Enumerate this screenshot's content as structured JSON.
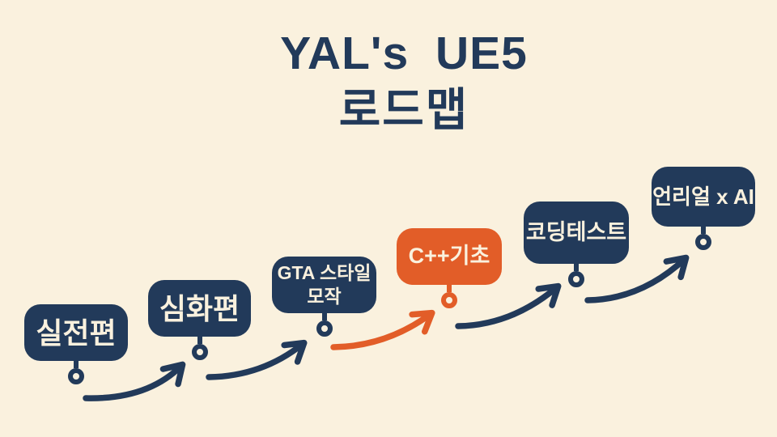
{
  "slide": {
    "title_line1": "YAL's UE5",
    "title_line2": "로드맵"
  },
  "colors": {
    "background": "#FAF1DE",
    "navy": "#223A5A",
    "orange": "#E25D28",
    "box_text": "#FAF1DE"
  },
  "roadmap": {
    "nodes": [
      {
        "label": "실전편",
        "highlighted": false
      },
      {
        "label": "심화편",
        "highlighted": false
      },
      {
        "label": "GTA 스타일\n모작",
        "highlighted": false
      },
      {
        "label": "C++기초",
        "highlighted": true
      },
      {
        "label": "코딩테스트",
        "highlighted": false
      },
      {
        "label": "언리얼 x AI",
        "highlighted": false
      }
    ],
    "edges": [
      {
        "from": "실전편",
        "to": "심화편",
        "color": "navy"
      },
      {
        "from": "심화편",
        "to": "GTA 스타일 모작",
        "color": "navy"
      },
      {
        "from": "GTA 스타일 모작",
        "to": "C++기초",
        "color": "orange"
      },
      {
        "from": "C++기초",
        "to": "코딩테스트",
        "color": "navy"
      },
      {
        "from": "코딩테스트",
        "to": "언리얼 x AI",
        "color": "navy"
      }
    ]
  }
}
